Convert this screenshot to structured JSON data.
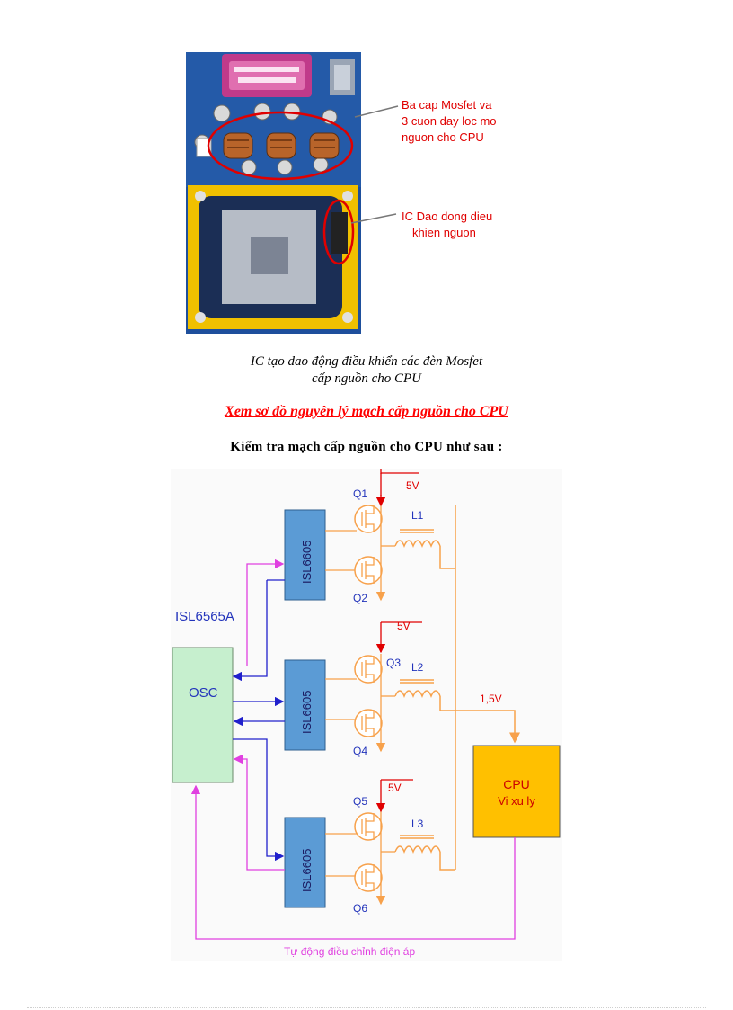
{
  "photo": {
    "callout_1": [
      "Ba cap Mosfet va",
      "3 cuon day loc mo",
      "nguon cho CPU"
    ],
    "callout_2": [
      "IC Dao dong dieu",
      "khien nguon"
    ]
  },
  "caption": [
    "IC tạo dao động điều khiển các đèn Mosfet",
    "cấp nguồn cho CPU"
  ],
  "link_text": "Xem sơ đồ nguyên lý mạch cấp nguồn cho CPU",
  "heading": "Kiểm tra mạch cấp nguồn cho CPU như sau :",
  "schematic": {
    "controller_label": "ISL6565A",
    "osc_label": "OSC",
    "driver_label": "ISL6605",
    "transistors": [
      "Q1",
      "Q2",
      "Q3",
      "Q4",
      "Q5",
      "Q6"
    ],
    "inductors": [
      "L1",
      "L2",
      "L3"
    ],
    "supply_voltage": "5V",
    "output_voltage": "1,5V",
    "cpu_label": [
      "CPU",
      "Vi xu ly"
    ],
    "feedback_label": "Tự động điều chỉnh điện áp",
    "colors": {
      "box_blue": "#5b9bd5",
      "box_green": "#c6efce",
      "cpu_yellow": "#ffc000",
      "wire_orange": "#f7a14b",
      "wire_magenta": "#e040e0",
      "wire_blue": "#2020cc",
      "wire_red": "#e00000",
      "label_blue": "#2233bb"
    }
  }
}
